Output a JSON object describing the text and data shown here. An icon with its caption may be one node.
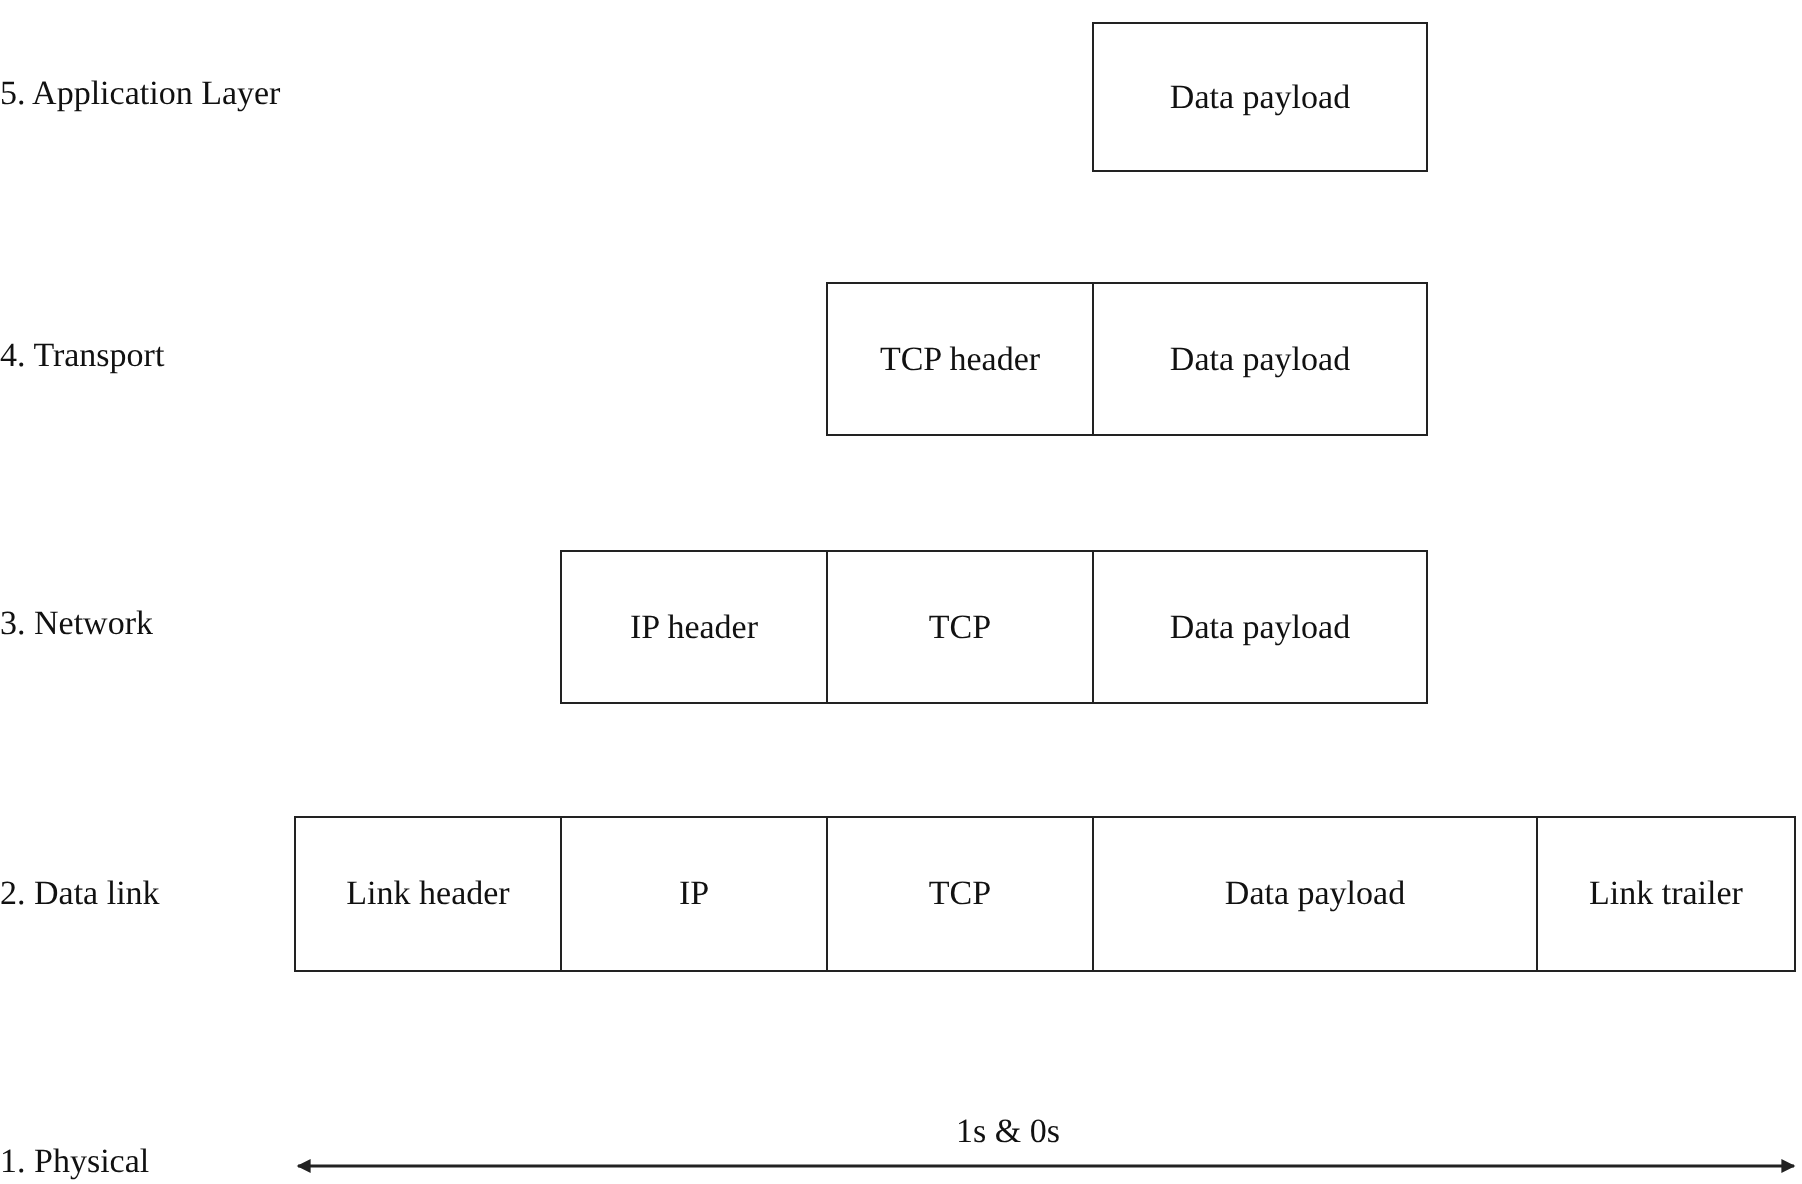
{
  "diagram": {
    "nodes": [
      {
        "text": [
          "Data payload"
        ]
      },
      {
        "text": [
          "TCP header"
        ]
      },
      {
        "text": [
          "Data payload"
        ]
      },
      {
        "text": [
          "IP header"
        ]
      },
      {
        "text": [
          "TCP"
        ]
      },
      {
        "text": [
          "Data payload"
        ]
      },
      {
        "text": [
          "Link header"
        ]
      },
      {
        "text": [
          "IP"
        ]
      },
      {
        "text": [
          "TCP"
        ]
      },
      {
        "text": [
          "Data payload"
        ]
      },
      {
        "text": [
          "Link trailer"
        ]
      }
    ],
    "edges": [],
    "labels": [
      "5. Application Layer",
      "4. Transport",
      "3. Network",
      "2. Data link",
      "1. Physical",
      "1s & 0s"
    ]
  }
}
